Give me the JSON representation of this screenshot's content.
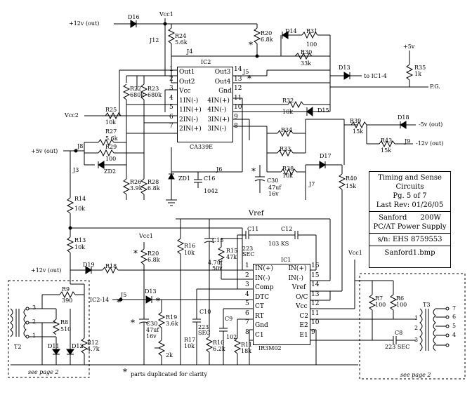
{
  "title_block": {
    "title": "Timing and Sense Circuits",
    "page": "Pg. 5 of 7",
    "last_rev": "Last Rev:  01/26/05",
    "maker": "Sanford",
    "power": "200W",
    "product": "PC/AT Power Supply",
    "serial": "s/n: EHS 8759553",
    "file": "Sanford1.bmp"
  },
  "ic2": {
    "ref": "IC2",
    "part": "CA339E",
    "left_pins": [
      {
        "num": "1",
        "name": "Out1"
      },
      {
        "num": "2",
        "name": "Out2"
      },
      {
        "num": "3",
        "name": "Vcc"
      },
      {
        "num": "4",
        "name": "1IN(-)"
      },
      {
        "num": "5",
        "name": "1IN(+)"
      },
      {
        "num": "6",
        "name": "2IN(-)"
      },
      {
        "num": "7",
        "name": "2IN(+)"
      }
    ],
    "right_pins": [
      {
        "num": "14",
        "name": "Out3"
      },
      {
        "num": "13",
        "name": "Out4"
      },
      {
        "num": "12",
        "name": "Gnd"
      },
      {
        "num": "11",
        "name": "4IN(+)"
      },
      {
        "num": "10",
        "name": "4IN(-)"
      },
      {
        "num": "9",
        "name": "3IN(+)"
      },
      {
        "num": "8",
        "name": "3IN(-)"
      }
    ]
  },
  "ic1": {
    "ref": "IC1",
    "part": "IR3M02",
    "left_pins": [
      {
        "num": "1",
        "name": "IN(+)"
      },
      {
        "num": "2",
        "name": "IN(-)"
      },
      {
        "num": "3",
        "name": "Comp"
      },
      {
        "num": "4",
        "name": "DTC"
      },
      {
        "num": "5",
        "name": "CT"
      },
      {
        "num": "6",
        "name": "RT"
      },
      {
        "num": "7",
        "name": "Gnd"
      },
      {
        "num": "8",
        "name": "C1"
      }
    ],
    "right_pins": [
      {
        "num": "16",
        "name": "IN(+)"
      },
      {
        "num": "15",
        "name": "IN(-)"
      },
      {
        "num": "14",
        "name": "Vref"
      },
      {
        "num": "13",
        "name": "O/C"
      },
      {
        "num": "12",
        "name": "Vcc"
      },
      {
        "num": "11",
        "name": "C2"
      },
      {
        "num": "10",
        "name": "E2"
      },
      {
        "num": "9",
        "name": "E1"
      }
    ]
  },
  "labels": {
    "p12v_out_top": "+12v (out)",
    "vcc1_top": "Vcc1",
    "d16": "D16",
    "j12": "J12",
    "r24": "R24",
    "r24v": "5.6k",
    "j4": "J4",
    "r20a": "R20",
    "r20av": "6.8k",
    "d14": "D14",
    "r31": "R31",
    "r31v": "100",
    "r30": "R30",
    "r30v": "33k",
    "p5v_out_right": "+5v",
    "r35": "R35",
    "r35v": "1k",
    "j5a": "J5",
    "d13a": "D13",
    "to_ic1": "to IC1-4",
    "pg": "P.G.",
    "r22": "R22",
    "r22v": "680k",
    "r23": "R23",
    "r23v": "680k",
    "vcc2": "Vcc2",
    "r25": "R25",
    "r25v": "10k",
    "r27": "R27",
    "r27v": "5.6k",
    "r29": "R29",
    "r29v": "100",
    "p5v_out_left": "+5v (out)",
    "j8": "J8",
    "zd2": "ZD2",
    "j3": "J3",
    "r26": "R26",
    "r26v": "3.9k",
    "r28": "R28",
    "r28v": "6.8k",
    "zd1": "ZD1",
    "j6": "J6",
    "c16": "C16",
    "c16v": "1042",
    "c30a": "C30",
    "c30av": "47uf",
    "c30av2": "16v",
    "r32": "R32",
    "r32v": "10k",
    "d15": "D15",
    "r34": "R34",
    "r33": "R33",
    "r38": "R38",
    "r38v": "10k",
    "j7": "J7",
    "d17": "D17",
    "r39": "R39",
    "r39v": "15k",
    "d18": "D18",
    "m5v_out": "-5v  (out)",
    "r43": "R43",
    "r43v": "15k",
    "j9": "J9",
    "m12v_out": "-12v (out)",
    "r40": "R40",
    "r40v": "15k",
    "r14": "R14",
    "r14v": "10k",
    "vref": "Vref",
    "c11": "C11",
    "c12": "C12",
    "c12v": "103 KS",
    "r13": "R13",
    "r13v": "10k",
    "vcc1_mid": "Vcc1",
    "r20b": "R20",
    "r20bv": "6.8k",
    "r16": "R16",
    "r16v": "10k",
    "c15": "C15",
    "c15v": "4.7uf",
    "c15v2": "50v",
    "r15": "R15",
    "r15v": "47k",
    "c11v": "223",
    "c11v2": "SEC",
    "p12v_out_mid": "+12v (out)",
    "d19": "D19",
    "r18": "R18",
    "r9": "R9",
    "r9v": "390",
    "ic2_14": "IC2-14",
    "j5b": "J5",
    "d13b": "D13",
    "r19": "R19",
    "r19v": "3.6k",
    "c10": "C10",
    "c10v": "223",
    "c10v2": "SEC",
    "c9": "C9",
    "c9v": "102",
    "c30b": "C30",
    "c30bv": "47uf",
    "c30bv2": "16v",
    "r8": "R8",
    "r8v": "510",
    "r12": "R12",
    "r12v": "4.7k",
    "t2": "T2",
    "d11": "D11",
    "d12": "D12",
    "r17": "R17",
    "r17v": "10k",
    "vr2k": "2k",
    "r10": "R10",
    "r10v": "6.2k",
    "r11": "R11",
    "r11v": "18k",
    "vcc1_right": "Vcc1",
    "r7": "R7",
    "r7v": "100",
    "r6": "R6",
    "r6v": "100",
    "t3": "T3",
    "c8": "C8",
    "c8v": "223 SEC",
    "see_page2_left": "see page 2",
    "see_page2_right": "see page 2",
    "parts_note": "parts duplicated for clarity",
    "star": "*"
  }
}
